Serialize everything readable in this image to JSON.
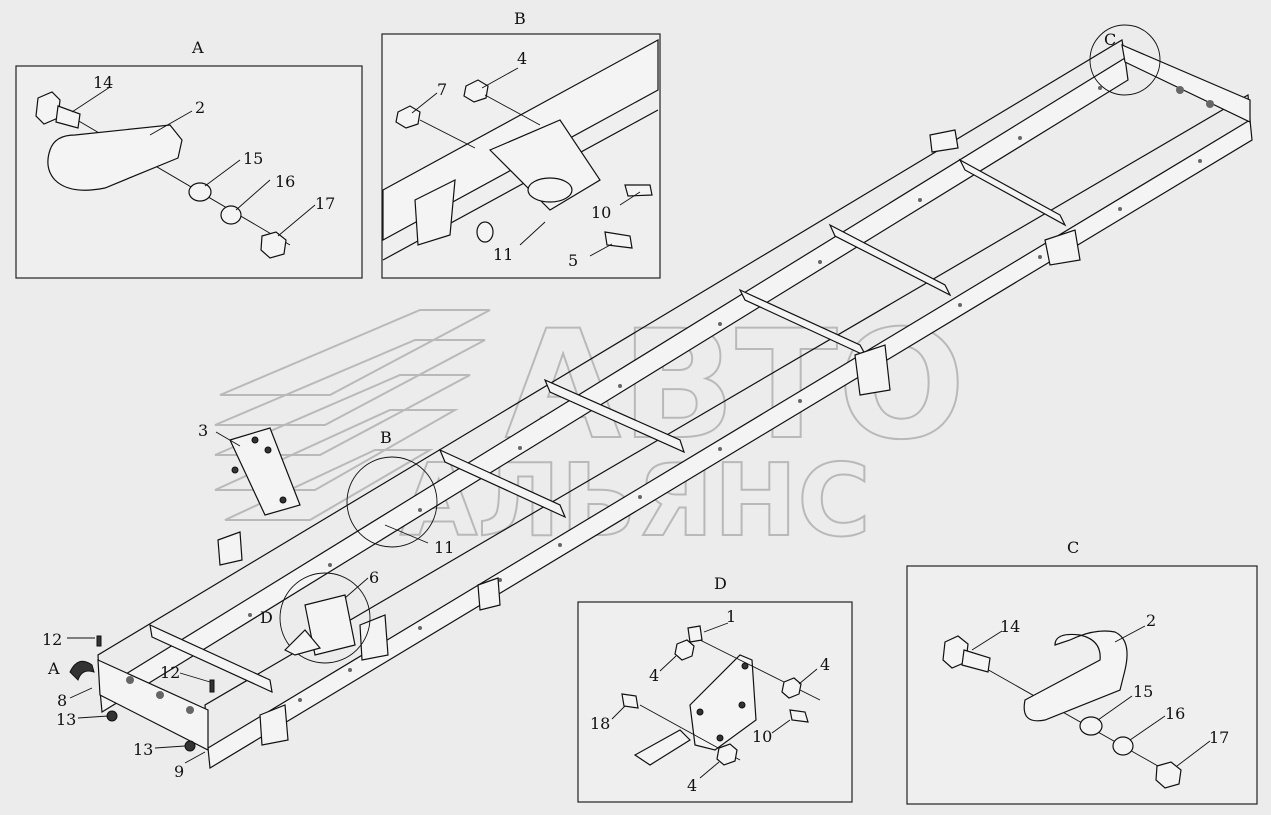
{
  "watermark": {
    "line1": "АВТО",
    "line2": "АЛЬЯНС"
  },
  "panels": {
    "a": {
      "title": "A",
      "callouts": [
        "14",
        "2",
        "15",
        "16",
        "17"
      ]
    },
    "b": {
      "title": "B",
      "callouts": [
        "4",
        "7",
        "10",
        "11",
        "5"
      ]
    },
    "c": {
      "title": "C",
      "callouts": [
        "14",
        "2",
        "15",
        "16",
        "17"
      ]
    },
    "d": {
      "title": "D",
      "callouts": [
        "1",
        "4",
        "4",
        "18",
        "10",
        "4"
      ]
    }
  },
  "main_callouts": {
    "circle_c": "C",
    "circle_b": "B",
    "circle_d": "D",
    "hook_a": "A",
    "n3": "3",
    "n6": "6",
    "n11": "11",
    "n12a": "12",
    "n12b": "12",
    "n8": "8",
    "n13a": "13",
    "n13b": "13",
    "n9": "9"
  }
}
